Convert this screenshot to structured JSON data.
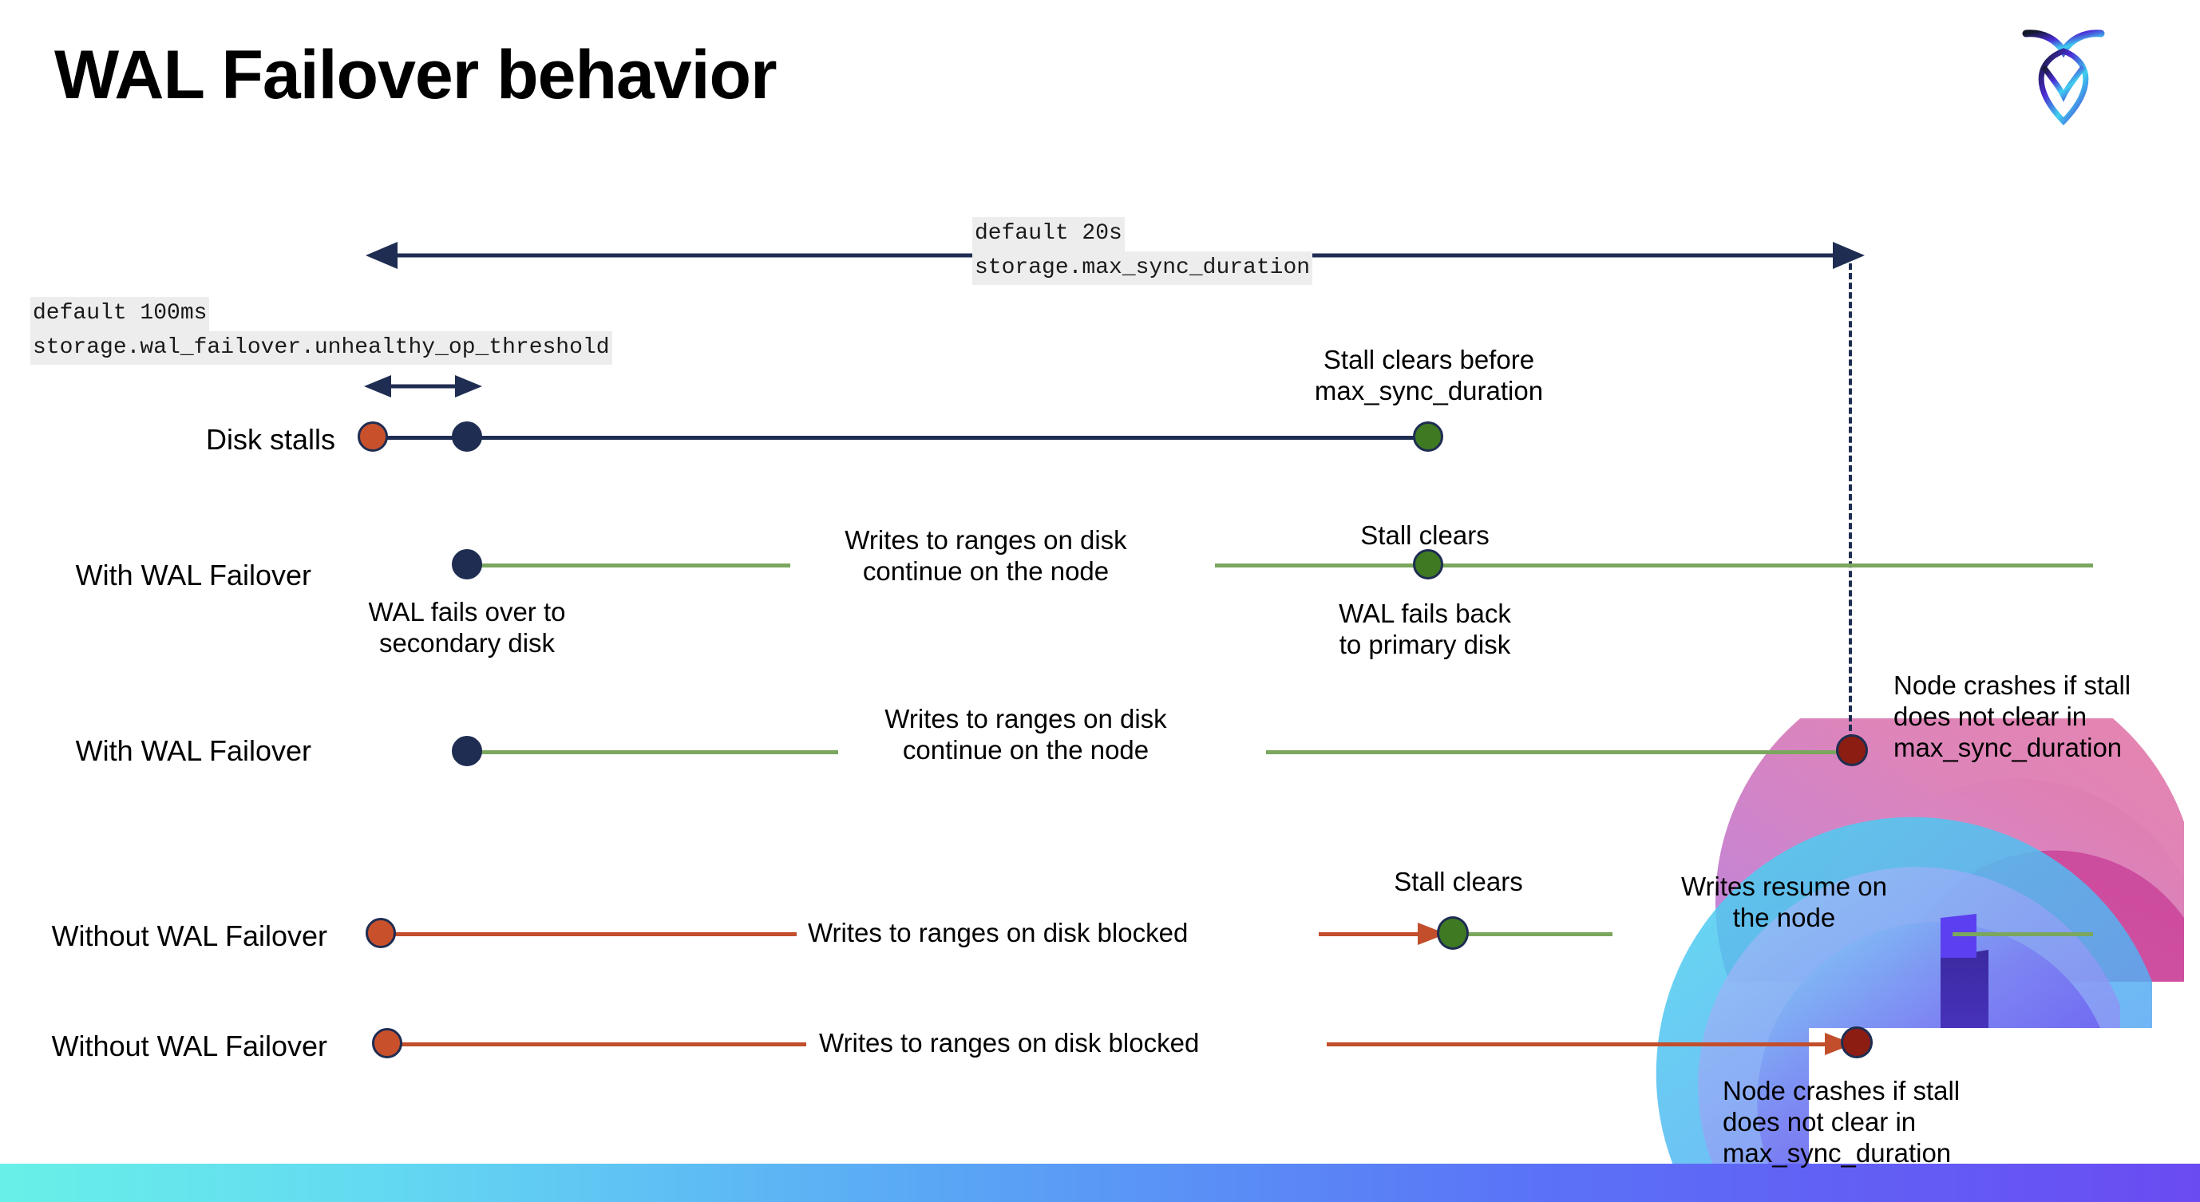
{
  "slide": {
    "title": "WAL Failover behavior",
    "logo_name": "cockroachdb-logo"
  },
  "annotations": {
    "max_sync": {
      "default": "default 20s",
      "setting": "storage.max_sync_duration"
    },
    "unhealthy": {
      "default": "default 100ms",
      "setting": "storage.wal_failover.unhealthy_op_threshold"
    }
  },
  "rows": [
    {
      "label": "Disk stalls",
      "notes": [
        {
          "text": "Stall clears before\nmax_sync_duration"
        }
      ]
    },
    {
      "label": "With WAL Failover",
      "notes": [
        {
          "text": "Writes to ranges on disk\ncontinue on the node"
        },
        {
          "text": "Stall clears"
        },
        {
          "text": "WAL fails over to\nsecondary disk"
        },
        {
          "text": "WAL fails  back\nto primary disk"
        }
      ]
    },
    {
      "label": "With WAL Failover",
      "notes": [
        {
          "text": "Writes to ranges on disk\ncontinue on the node"
        },
        {
          "text": "Node crashes if stall\ndoes not clear in\nmax_sync_duration"
        }
      ]
    },
    {
      "label": "Without WAL Failover",
      "notes": [
        {
          "text": "Writes to ranges on disk  blocked"
        },
        {
          "text": "Stall clears"
        },
        {
          "text": "Writes resume on\nthe node"
        }
      ]
    },
    {
      "label": "Without WAL Failover",
      "notes": [
        {
          "text": "Writes to ranges on disk  blocked"
        },
        {
          "text": "Node crashes if stall\ndoes not clear in\nmax_sync_duration"
        }
      ]
    }
  ],
  "colors": {
    "navy": "#1f2d52",
    "green_line": "#7aa75d",
    "red_line": "#c24e2c",
    "orange_dot": "#c8512c",
    "green_dot": "#3f7a23",
    "dark_red_dot": "#8c1d13",
    "code_chip_bg": "#ededed",
    "bottom_bar_from": "#68f0e8",
    "bottom_bar_to": "#6a4bf2"
  }
}
